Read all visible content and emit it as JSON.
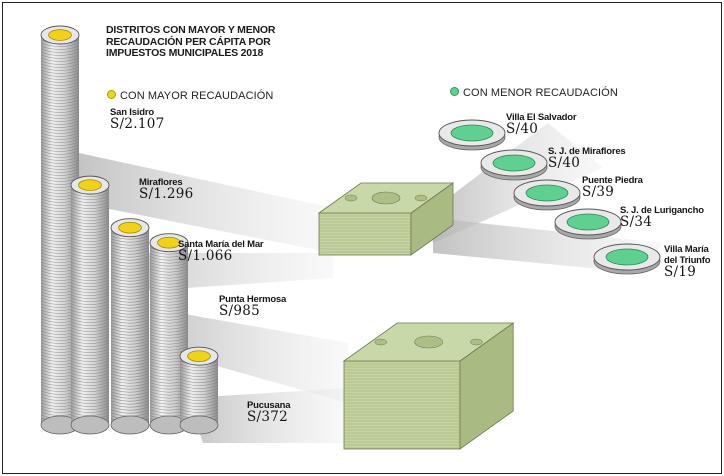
{
  "chart_data": {
    "type": "bar",
    "title": "DISTRITOS CON MAYOR Y MENOR RECAUDACIÓN PER CÁPITA POR IMPUESTOS MUNICIPALES 2018",
    "xlabel": "",
    "ylabel": "",
    "legend_placement": "top",
    "series": [
      {
        "name": "CON MAYOR RECAUDACIÓN",
        "color": "#f0d21a",
        "categories": [
          "San Isidro",
          "Miraflores",
          "Santa María del Mar",
          "Punta Hermosa",
          "Pucusana"
        ],
        "values": [
          2107,
          1296,
          1066,
          985,
          372
        ],
        "value_labels": [
          "S/2.107",
          "S/1.296",
          "S/1.066",
          "S/985",
          "S/372"
        ]
      },
      {
        "name": "CON MENOR RECAUDACIÓN",
        "color": "#5fd08f",
        "categories": [
          "Villa El Salvador",
          "S. J. de Miraflores",
          "Puente Piedra",
          "S. J. de Lurigancho",
          "Villa María del Triunfo"
        ],
        "values": [
          40,
          40,
          39,
          34,
          19
        ],
        "value_labels": [
          "S/40",
          "S/40",
          "S/39",
          "S/34",
          "S/19"
        ]
      }
    ]
  },
  "icons": {
    "high_coin": "gold-coin-stack-icon",
    "low_coin": "green-coin-icon",
    "bill": "banknote-stack-icon"
  },
  "colors": {
    "coin_silver": "#d4d4d4",
    "coin_gold": "#f0d21a",
    "coin_green": "#5fd08f",
    "bill_green": "#c9d8a8"
  }
}
